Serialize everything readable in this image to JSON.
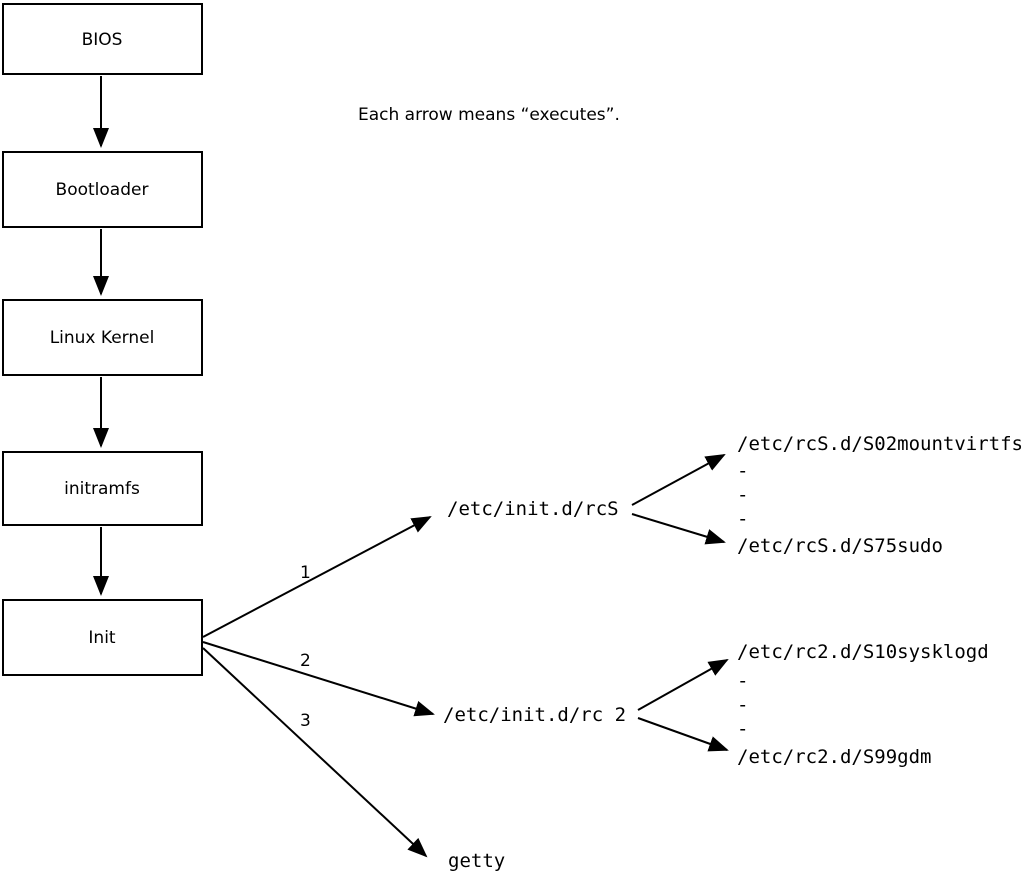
{
  "caption": "Each arrow means “executes”.",
  "boxes": [
    {
      "label": "BIOS"
    },
    {
      "label": "Bootloader"
    },
    {
      "label": "Linux Kernel"
    },
    {
      "label": "initramfs"
    },
    {
      "label": "Init"
    }
  ],
  "arrow_labels": {
    "one": "1",
    "two": "2",
    "three": "3"
  },
  "nodes": {
    "rcS": "/etc/init.d/rcS",
    "rc2": "/etc/init.d/rc 2",
    "getty": "getty",
    "rcS_first": "/etc/rcS.d/S02mountvirtfs",
    "rcS_last": "/etc/rcS.d/S75sudo",
    "rc2_first": "/etc/rc2.d/S10sysklogd",
    "rc2_last": "/etc/rc2.d/S99gdm",
    "dash": "-"
  },
  "colors": {
    "line": "#000000",
    "background": "#ffffff"
  }
}
